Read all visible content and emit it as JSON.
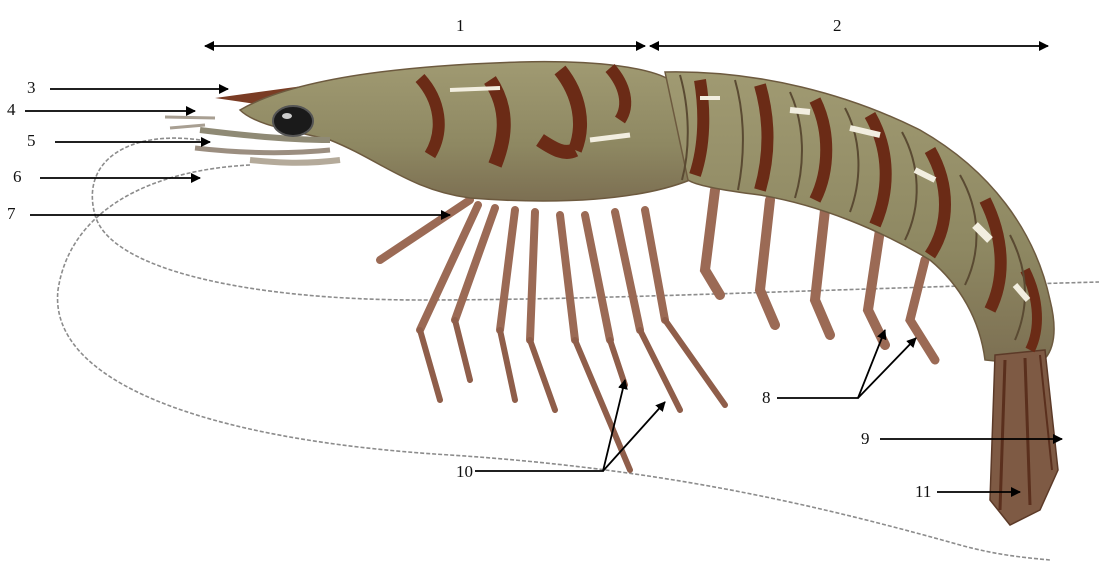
{
  "figure": {
    "labels": {
      "l1": "1",
      "l2": "2",
      "l3": "3",
      "l4": "4",
      "l5": "5",
      "l6": "6",
      "l7": "7",
      "l8": "8",
      "l9": "9",
      "l10": "10",
      "l11": "11"
    },
    "colors": {
      "shell": "#8f8a66",
      "shell_light": "#a9a57e",
      "stripe": "#6b2b16",
      "stripe_light": "#9a5a35",
      "leg": "#9b6a55",
      "line": "#000000",
      "antenna": "#8c8c8c"
    }
  }
}
